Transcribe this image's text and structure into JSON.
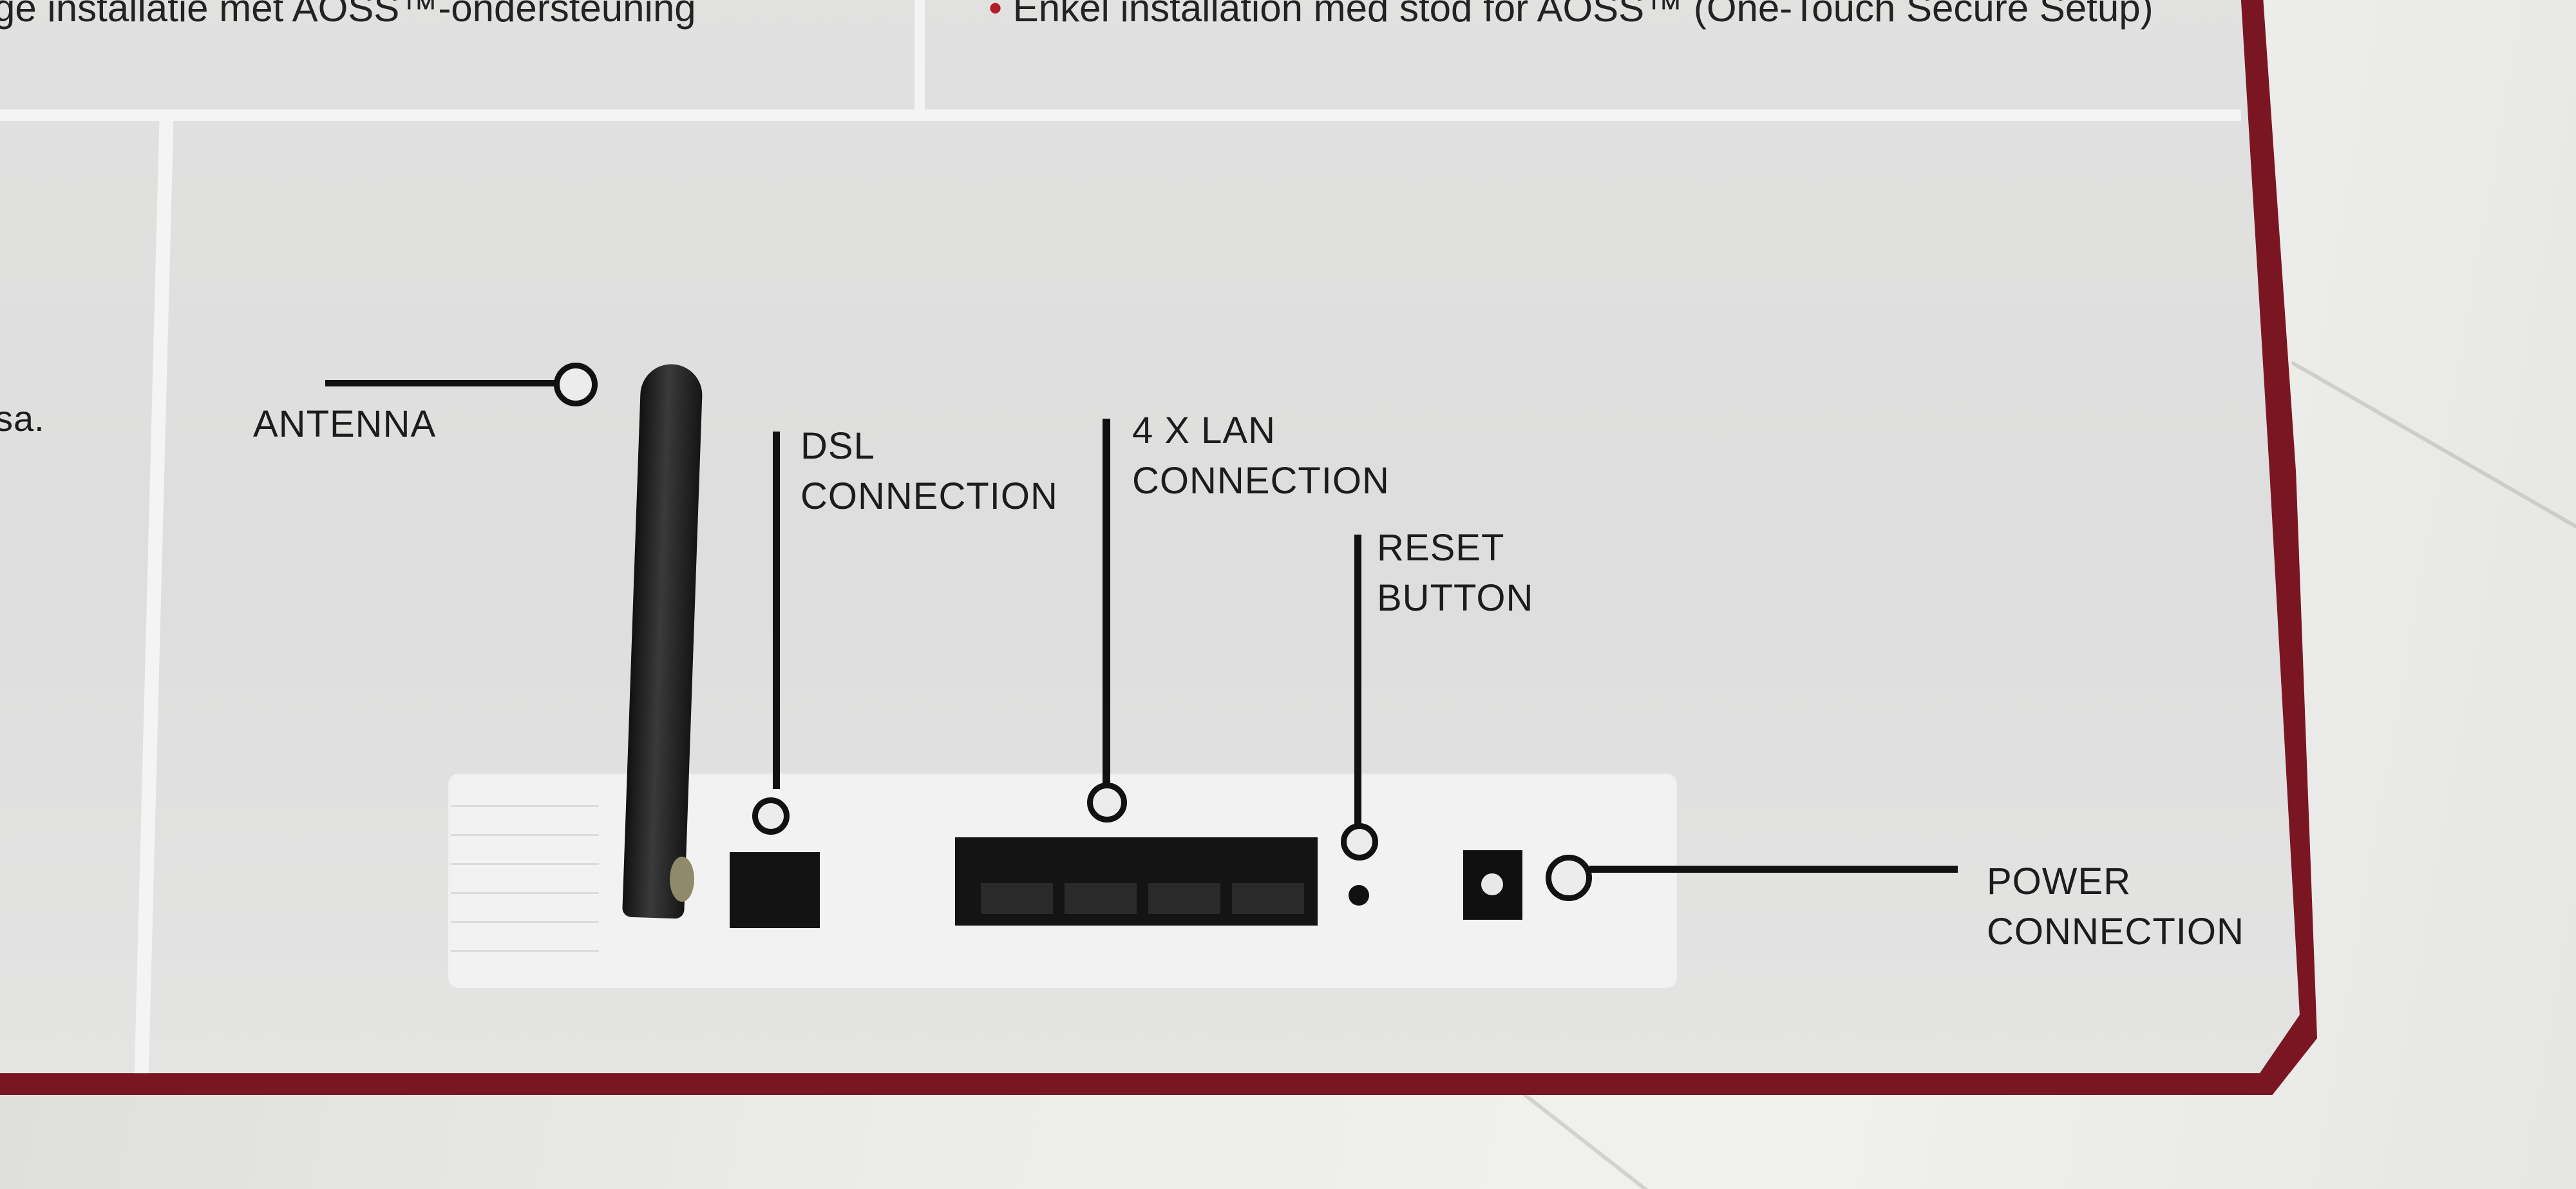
{
  "top_texts": {
    "left": "ge installatie met AOSS™-ondersteuning",
    "right_bullet": "•",
    "right": "Enkel installation med stod for AOSS™ (One-Touch Secure Setup)"
  },
  "cut_text": "sa.",
  "callouts": {
    "antenna": "ANTENNA",
    "dsl": "DSL\nCONNECTION",
    "lan": "4 X LAN\nCONNECTION",
    "reset": "RESET\nBUTTON",
    "power": "POWER\nCONNECTION"
  },
  "colors": {
    "box_edge": "#7a1622",
    "panel": "#e1e1e0",
    "accent_bullet": "#b01e2a",
    "ink": "#111111"
  }
}
